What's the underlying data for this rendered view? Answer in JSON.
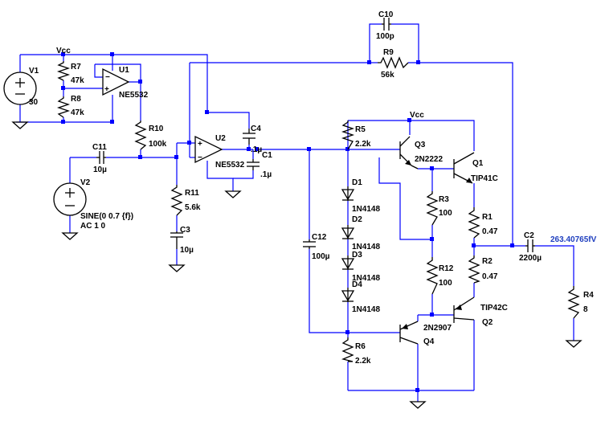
{
  "labels": {
    "vcc1": "Vcc",
    "vcc2": "Vcc",
    "v1": {
      "name": "V1",
      "value": "30"
    },
    "v2": {
      "name": "V2",
      "wave": "SINE(0 0.7 {f})",
      "ac": "AC 1 0"
    },
    "r7": {
      "name": "R7",
      "value": "47k"
    },
    "r8": {
      "name": "R8",
      "value": "47k"
    },
    "u1": {
      "name": "U1",
      "part": "NE5532"
    },
    "u2": {
      "name": "U2",
      "part": "NE5532"
    },
    "r10": {
      "name": "R10",
      "value": "100k"
    },
    "c11": {
      "name": "C11",
      "value": "10µ"
    },
    "r11": {
      "name": "R11",
      "value": "5.6k"
    },
    "c3": {
      "name": "C3",
      "value": "10µ"
    },
    "c4": {
      "name": "C4",
      "value": ".1µ"
    },
    "c1": {
      "name": "C1",
      "value": ".1µ"
    },
    "c10": {
      "name": "C10",
      "value": "100p"
    },
    "r9": {
      "name": "R9",
      "value": "56k"
    },
    "r5": {
      "name": "R5",
      "value": "2.2k"
    },
    "q3": {
      "name": "Q3",
      "part": "2N2222"
    },
    "q1": {
      "name": "Q1",
      "part": "TIP41C"
    },
    "d1": {
      "name": "D1",
      "part": "1N4148"
    },
    "d2": {
      "name": "D2",
      "part": "1N4148"
    },
    "d3": {
      "name": "D3",
      "part": "1N4148"
    },
    "d4": {
      "name": "D4",
      "part": "1N4148"
    },
    "r3": {
      "name": "R3",
      "value": "100"
    },
    "r12": {
      "name": "R12",
      "value": "100"
    },
    "c12": {
      "name": "C12",
      "value": "100µ"
    },
    "r1": {
      "name": "R1",
      "value": "0.47"
    },
    "r2": {
      "name": "R2",
      "value": "0.47"
    },
    "c2": {
      "name": "C2",
      "value": "2200µ"
    },
    "q2": {
      "name": "Q2",
      "part": "TIP42C"
    },
    "q4": {
      "name": "Q4",
      "part": "2N2907"
    },
    "r6": {
      "name": "R6",
      "value": "2.2k"
    },
    "r4": {
      "name": "R4",
      "value": "8"
    },
    "probe": "263.40765fV"
  },
  "colors": {
    "wire": "#0000ff",
    "component": "#000000",
    "probe_text": "#1f3fbf",
    "background": "#ffffff"
  }
}
